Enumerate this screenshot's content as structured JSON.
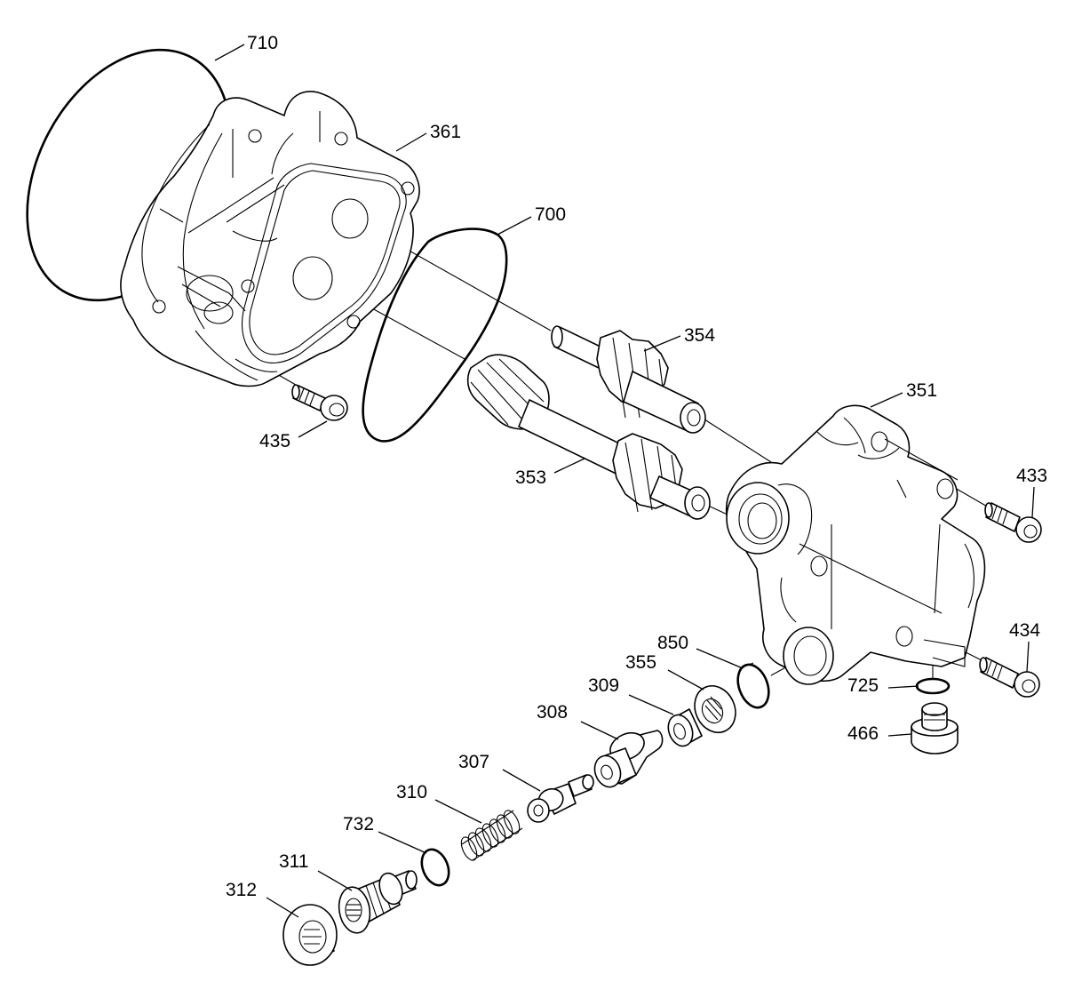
{
  "labels": {
    "p710": "710",
    "p361": "361",
    "p700": "700",
    "p354": "354",
    "p351": "351",
    "p435": "435",
    "p353": "353",
    "p433": "433",
    "p434": "434",
    "p850": "850",
    "p355": "355",
    "p309": "309",
    "p725": "725",
    "p308": "308",
    "p466": "466",
    "p307": "307",
    "p310": "310",
    "p732": "732",
    "p311": "311",
    "p312": "312"
  }
}
